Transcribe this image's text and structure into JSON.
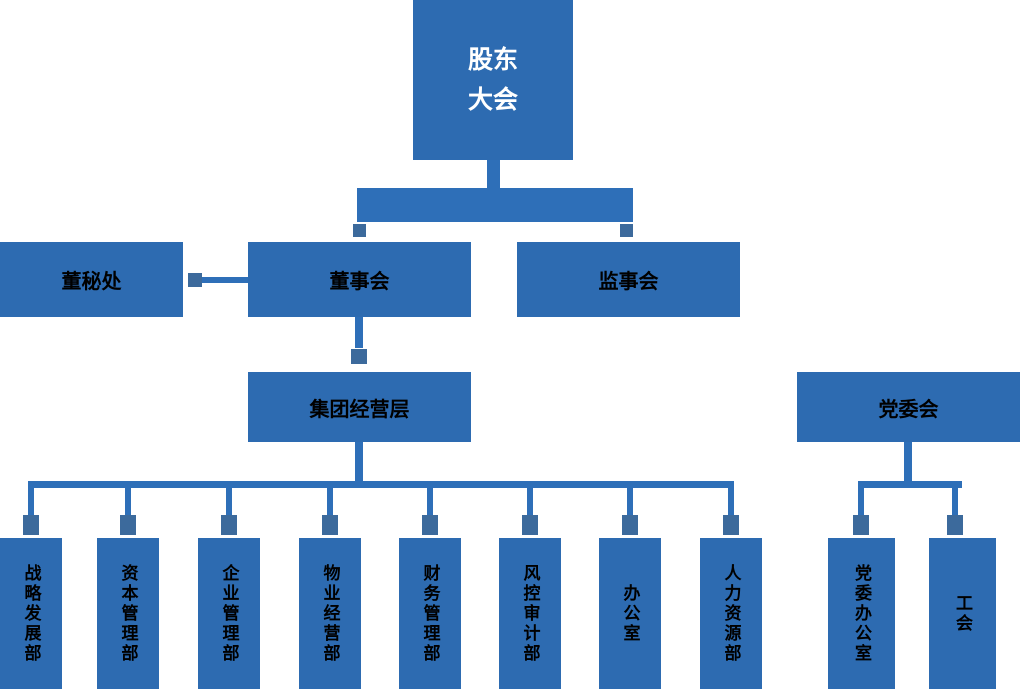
{
  "colors": {
    "box": "#2d6bb1",
    "line": "#2e6fb8",
    "square": "#3c6a9c",
    "text_dark": "#000000",
    "text_light": "#ffffff"
  },
  "chart_title": "",
  "nodes": {
    "shareholders_meeting": {
      "label": "股东\n大会"
    },
    "board_secretary_office": {
      "label": "董秘处"
    },
    "board_of_directors": {
      "label": "董事会"
    },
    "supervisory_board": {
      "label": "监事会"
    },
    "group_management": {
      "label": "集团经营层"
    },
    "party_committee": {
      "label": "党委会"
    },
    "departments": [
      {
        "label": "战略发展部"
      },
      {
        "label": "资本管理部"
      },
      {
        "label": "企业管理部"
      },
      {
        "label": "物业经营部"
      },
      {
        "label": "财务管理部"
      },
      {
        "label": "风控审计部"
      },
      {
        "label": "办公室"
      },
      {
        "label": "人力资源部"
      }
    ],
    "party_departments": [
      {
        "label": "党委办公室"
      },
      {
        "label": "工会"
      }
    ]
  }
}
